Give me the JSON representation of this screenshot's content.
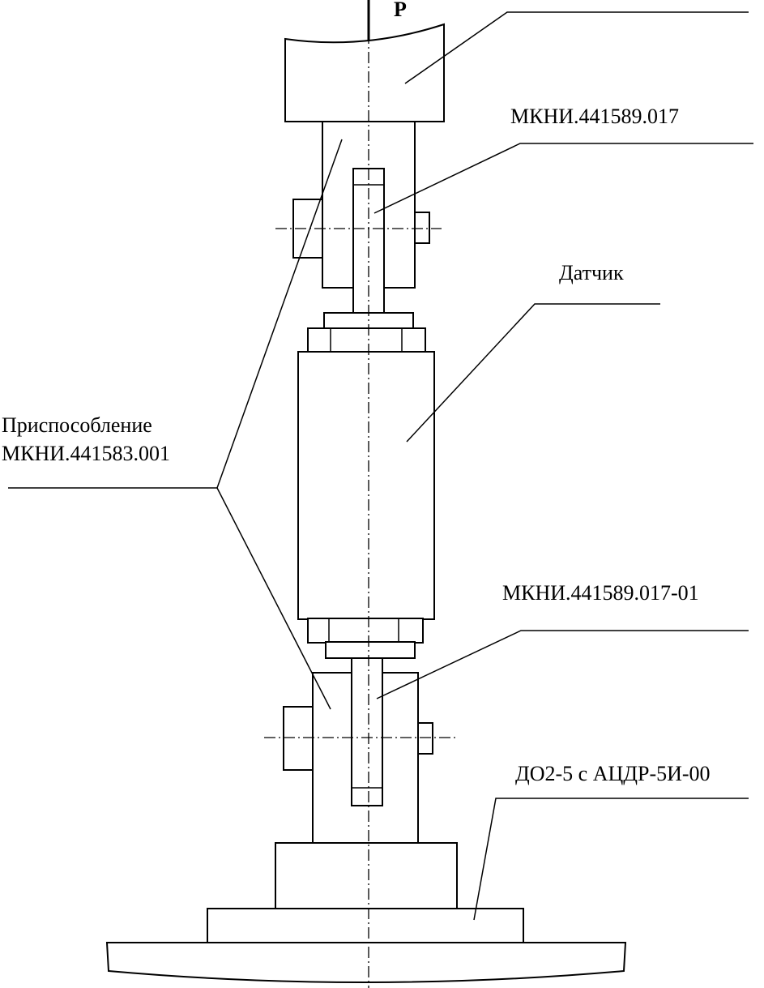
{
  "labels": {
    "force": "P",
    "upper_part": "МКНИ.441589.017",
    "sensor": "Датчик",
    "fixture_line1": "Приспособление",
    "fixture_line2": "МКНИ.441583.001",
    "lower_part": "МКНИ.441589.017-01",
    "machine": "ДО2-5 с АЦДР-5И-00"
  },
  "colors": {
    "stroke": "#000000",
    "background": "#ffffff"
  }
}
